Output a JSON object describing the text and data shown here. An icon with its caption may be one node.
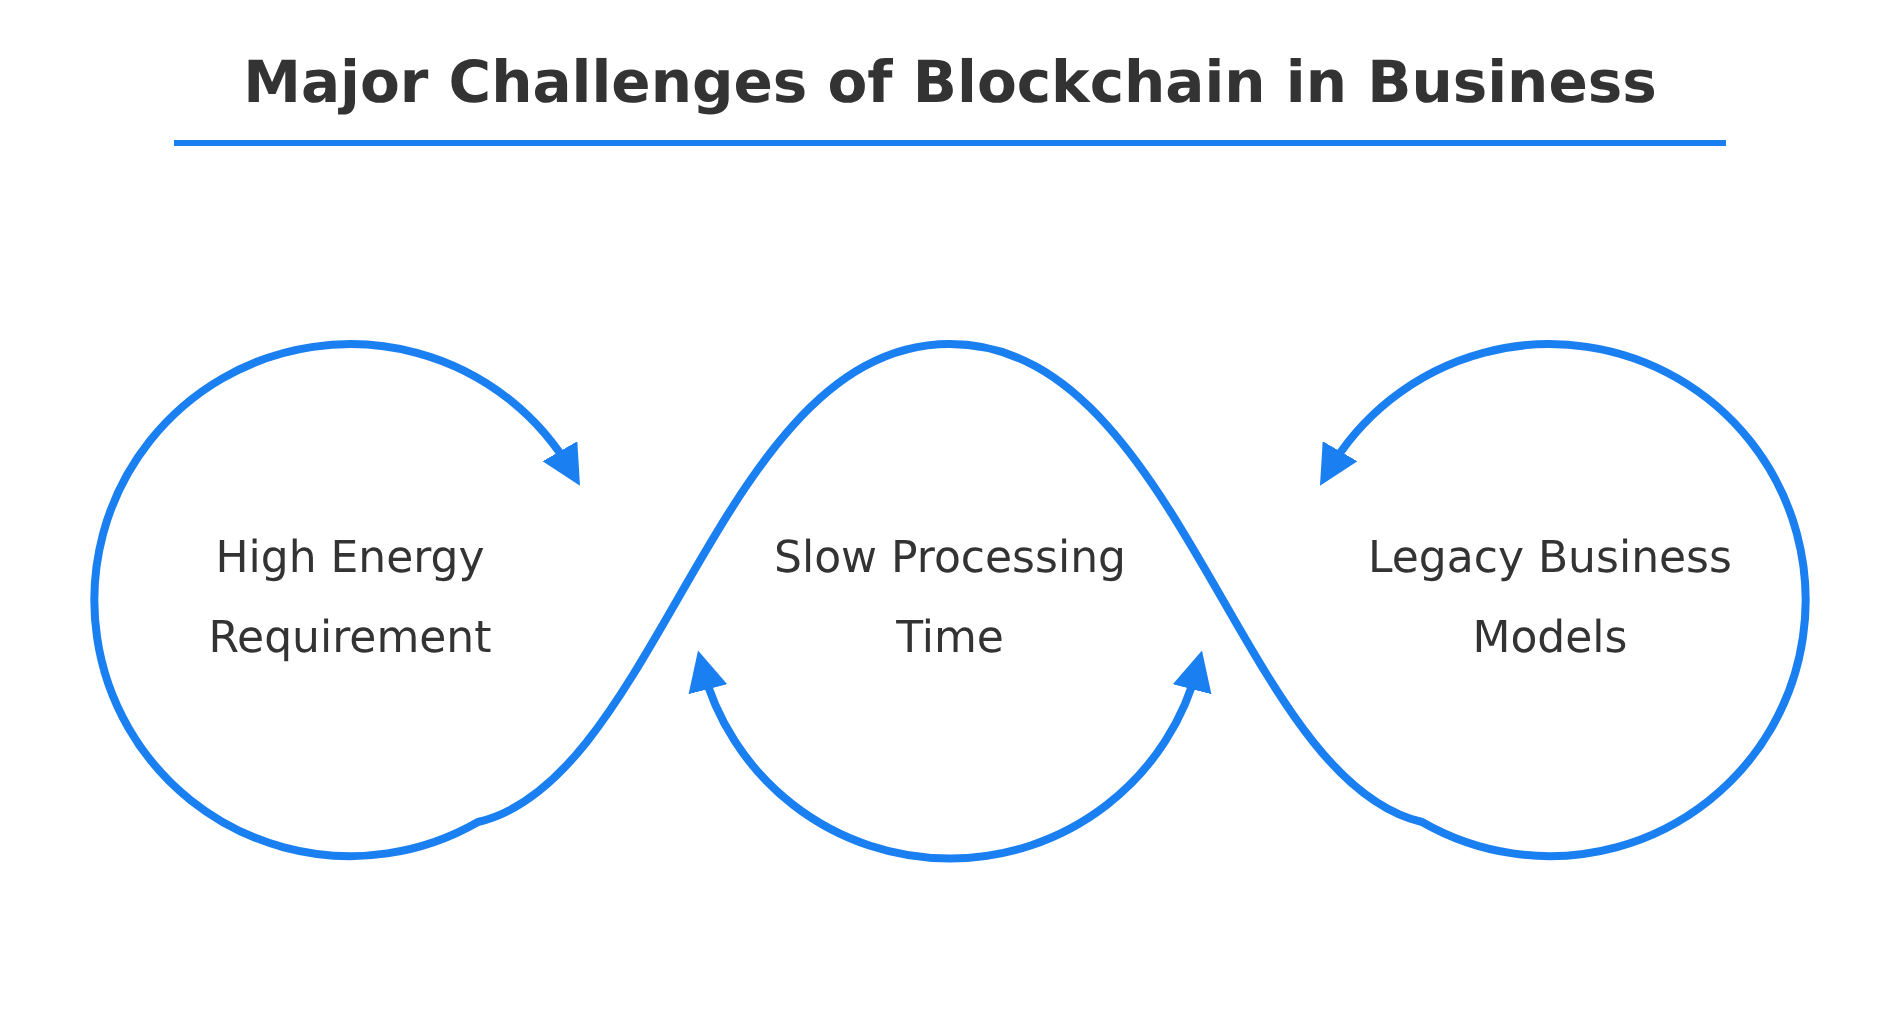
{
  "diagram": {
    "title": "Major Challenges of Blockchain in Business",
    "nodes": [
      {
        "text": [
          "High Energy Requirement"
        ]
      },
      {
        "text": [
          "Slow Processing Time"
        ]
      },
      {
        "text": [
          "Legacy Business Models"
        ]
      }
    ]
  }
}
